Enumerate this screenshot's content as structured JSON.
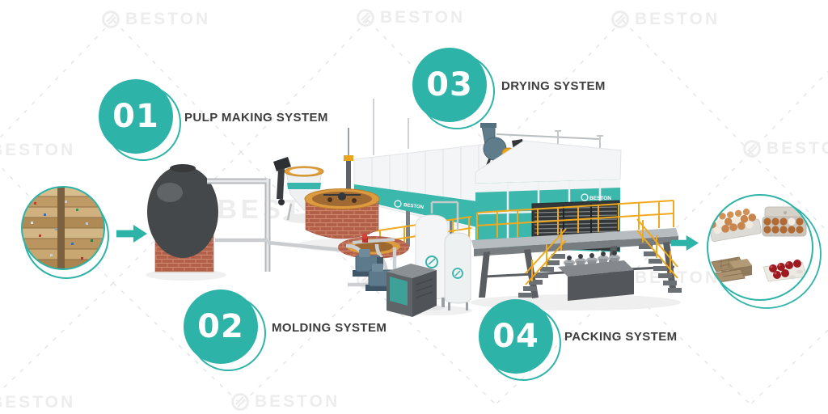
{
  "brand": {
    "watermark_text": "BESTON",
    "machine_logo_text": "BESTON"
  },
  "steps": [
    {
      "number": "01",
      "label": "PULP MAKING SYSTEM"
    },
    {
      "number": "02",
      "label": "MOLDING SYSTEM"
    },
    {
      "number": "03",
      "label": "DRYING SYSTEM"
    },
    {
      "number": "04",
      "label": "PACKING SYSTEM"
    }
  ],
  "flow": {
    "input": "waste-paper-bales",
    "output": "finished-egg-trays-and-cartons"
  },
  "colors": {
    "accent_teal": "#2db3a8",
    "machine_teal": "#3bb7ac",
    "railing_yellow": "#f0a91e",
    "brick_red": "#b3604b",
    "label_text": "#3d3d3d",
    "watermark_gray": "#ededed"
  }
}
